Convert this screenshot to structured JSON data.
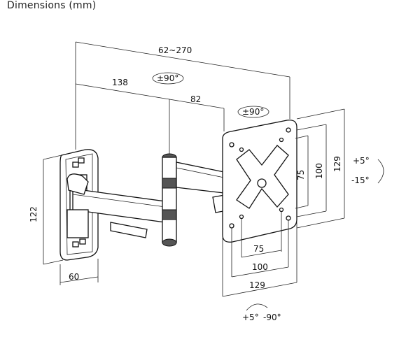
{
  "title": "Dimensions (mm)",
  "dimensions": {
    "reach": "62~270",
    "arm_long": "138",
    "arm_short": "82",
    "wall_height": "122",
    "wall_width": "60",
    "plate_height": "129",
    "plate_width": "129",
    "vesa_inner_v": "75",
    "vesa_outer_v": "100",
    "vesa_inner_h": "75",
    "vesa_outer_h": "100"
  },
  "rotations": {
    "arm_swivel": "±90°",
    "plate_swivel": "±90°",
    "tilt_up": "+5°",
    "tilt_down": "-15°",
    "pan_left": "+5°",
    "pan_right": "-90°"
  }
}
